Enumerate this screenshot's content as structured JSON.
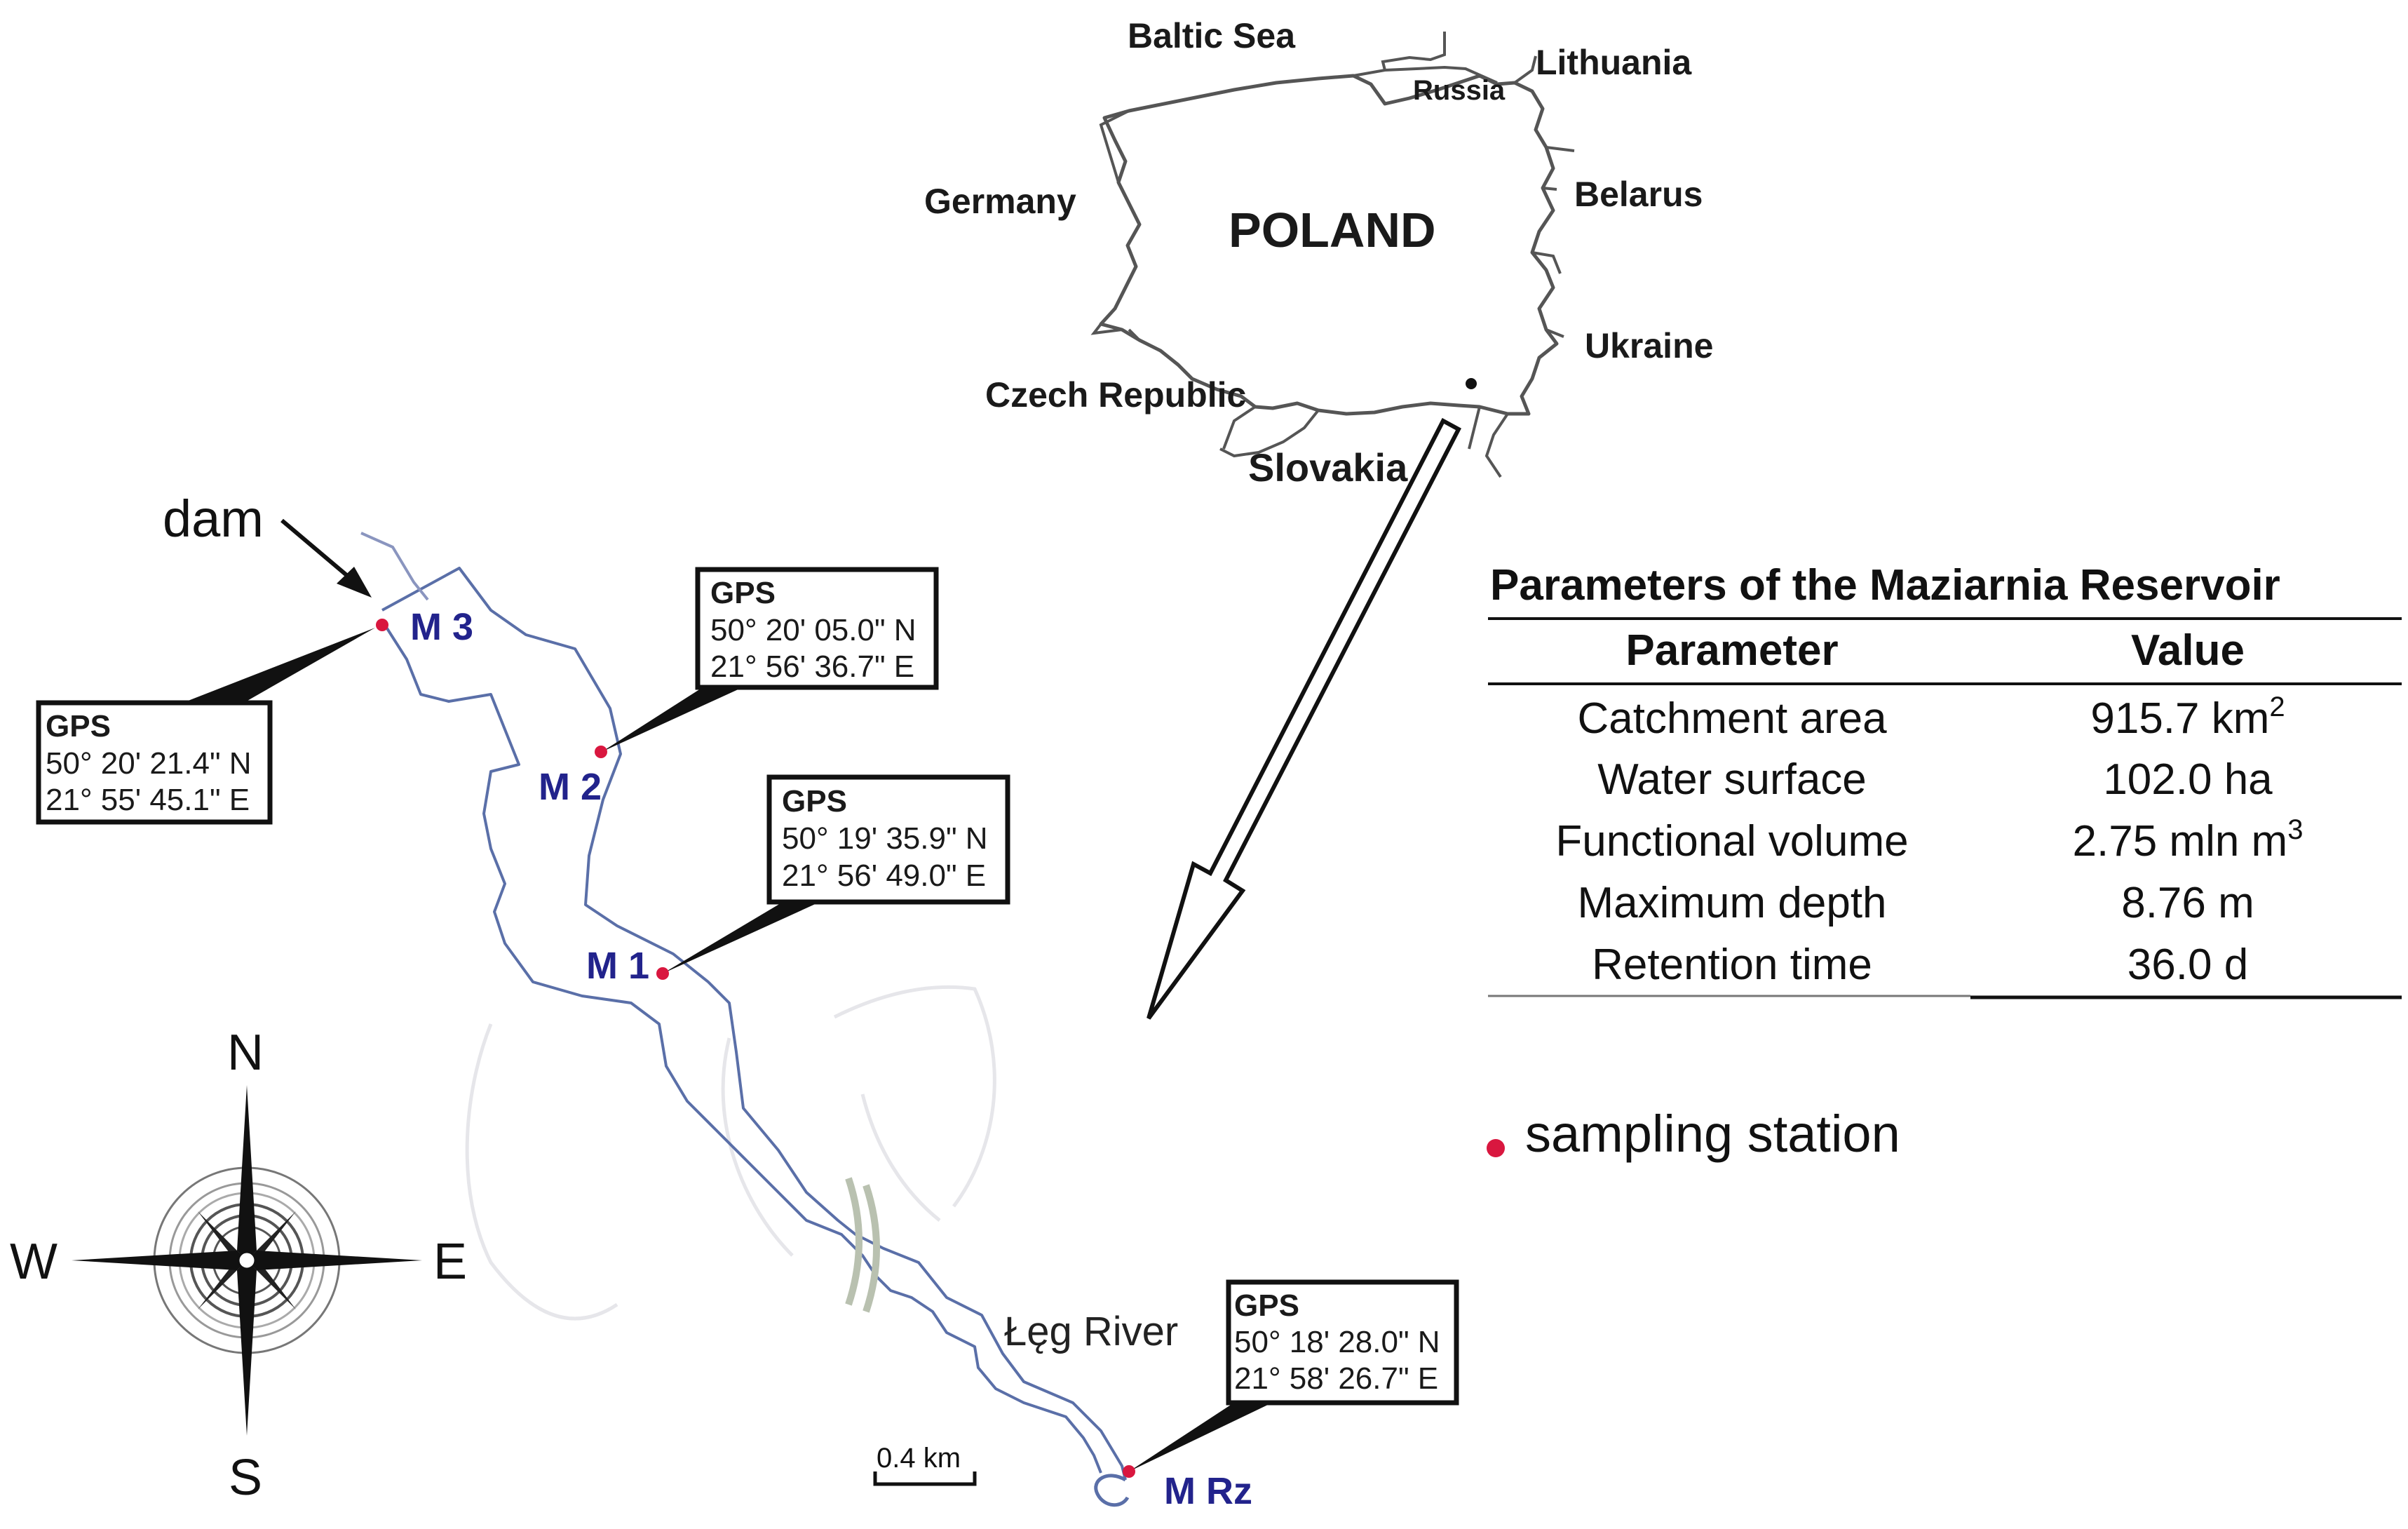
{
  "inset_map": {
    "labels": {
      "baltic_sea": "Baltic Sea",
      "russia": "Russia",
      "lithuania": "Lithuania",
      "belarus": "Belarus",
      "germany": "Germany",
      "poland": "POLAND",
      "ukraine": "Ukraine",
      "czech_republic": "Czech Republic",
      "slovakia": "Slovakia"
    }
  },
  "map": {
    "dam_label": "dam",
    "river_label": "Łęg River",
    "scale_label": "0.4 km",
    "stations": {
      "m3": {
        "label": "M 3",
        "gps": {
          "header": "GPS",
          "lat": "50° 20' 21.4\" N",
          "lon": "21° 55' 45.1\" E"
        }
      },
      "m2": {
        "label": "M 2",
        "gps": {
          "header": "GPS",
          "lat": "50° 20' 05.0\" N",
          "lon": "21° 56' 36.7\" E"
        }
      },
      "m1": {
        "label": "M 1",
        "gps": {
          "header": "GPS",
          "lat": "50° 19' 35.9\" N",
          "lon": "21° 56' 49.0\" E"
        }
      },
      "mrz": {
        "label": "M Rz",
        "gps": {
          "header": "GPS",
          "lat": "50° 18' 28.0\" N",
          "lon": "21° 58' 26.7\" E"
        }
      }
    },
    "compass": {
      "n": "N",
      "s": "S",
      "w": "W",
      "e": "E"
    }
  },
  "parameters_table": {
    "title": "Parameters of the Maziarnia Reservoir",
    "columns": [
      "Parameter",
      "Value"
    ],
    "rows": [
      {
        "parameter": "Catchment area",
        "value": "915.7 km",
        "sup": "2"
      },
      {
        "parameter": "Water surface",
        "value": "102.0 ha",
        "sup": ""
      },
      {
        "parameter": "Functional volume",
        "value": "2.75 mln m",
        "sup": "3"
      },
      {
        "parameter": "Maximum depth",
        "value": "8.76 m",
        "sup": ""
      },
      {
        "parameter": "Retention time",
        "value": "36.0 d",
        "sup": ""
      }
    ]
  },
  "legend": {
    "sampling_station": "sampling station",
    "marker_color": "#d9173f"
  },
  "colors": {
    "river_line": "#5a6fa8",
    "station_label": "#22238c",
    "marker": "#d9173f"
  }
}
